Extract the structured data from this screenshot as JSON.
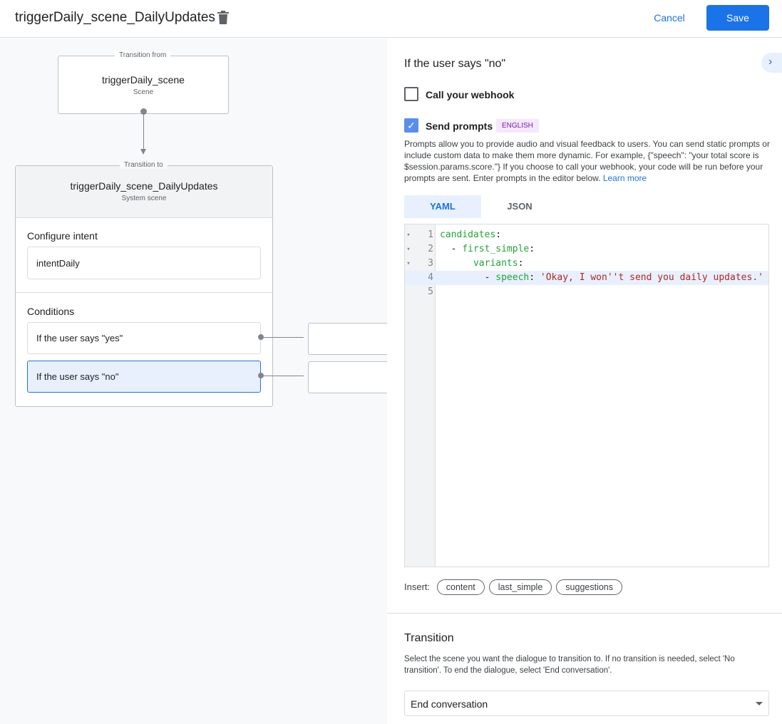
{
  "header": {
    "title": "triggerDaily_scene_DailyUpdates",
    "cancel": "Cancel",
    "save": "Save"
  },
  "canvas": {
    "from_label": "Transition from",
    "from_name": "triggerDaily_scene",
    "from_type": "Scene",
    "to_label": "Transition to",
    "to_name": "triggerDaily_scene_DailyUpdates",
    "to_type": "System scene",
    "intent_heading": "Configure intent",
    "intent": "intentDaily",
    "conditions_heading": "Conditions",
    "conditions": [
      "If the user says \"yes\"",
      "If the user says \"no\""
    ]
  },
  "panel": {
    "heading": "If the user says \"no\"",
    "webhook_label": "Call your webhook",
    "webhook_checked": false,
    "prompts_label": "Send prompts",
    "prompts_checked": true,
    "lang_badge": "ENGLISH",
    "description": "Prompts allow you to provide audio and visual feedback to users. You can send static prompts or include custom data to make them more dynamic. For example, {\"speech\": \"your total score is $session.params.score.\"} If you choose to call your webhook, your code will be run before your prompts are sent. Enter prompts in the editor below.",
    "learn_more": "Learn more",
    "tabs": [
      "YAML",
      "JSON"
    ],
    "active_tab": "YAML",
    "code": [
      {
        "n": "1",
        "indent": "",
        "key": "candidates",
        "rest": ":",
        "str": ""
      },
      {
        "n": "2",
        "indent": "  - ",
        "key": "first_simple",
        "rest": ":",
        "str": ""
      },
      {
        "n": "3",
        "indent": "      ",
        "key": "variants",
        "rest": ":",
        "str": ""
      },
      {
        "n": "4",
        "indent": "        - ",
        "key": "speech",
        "rest": ": ",
        "str": "'Okay, I won''t send you daily updates.'"
      },
      {
        "n": "5",
        "indent": "",
        "key": "",
        "rest": "",
        "str": ""
      }
    ],
    "insert_label": "Insert:",
    "insert_chips": [
      "content",
      "last_simple",
      "suggestions"
    ],
    "transition_heading": "Transition",
    "transition_desc": "Select the scene you want the dialogue to transition to. If no transition is needed, select 'No transition'. To end the dialogue, select 'End conversation'.",
    "transition_value": "End conversation"
  },
  "colors": {
    "accent": "#1a73e8",
    "selected": "#e8f0fe",
    "code_key": "#22a33a",
    "code_str": "#b3261e"
  }
}
